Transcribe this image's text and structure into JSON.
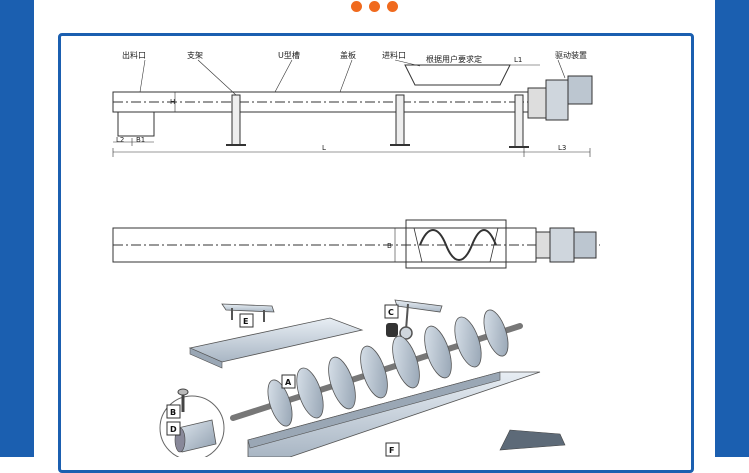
{
  "labels": {
    "outlet": "出料口",
    "support": "支架",
    "u_trough": "U型槽",
    "cover": "盖板",
    "inlet": "进料口",
    "customer": "根据用户要求定",
    "drive": "驱动装置"
  },
  "dimensions": {
    "l1": "L1",
    "l2": "L2",
    "b1": "B1",
    "h": "H",
    "l": "L",
    "l3": "L3",
    "b": "B"
  },
  "parts": {
    "a": "A",
    "b": "B",
    "c": "C",
    "d": "D",
    "e": "E",
    "f": "F"
  },
  "colors": {
    "frame": "#1b5fb0",
    "accent_dots": "#f06a1e",
    "line": "#333333",
    "metal": "#c9d3dd"
  }
}
